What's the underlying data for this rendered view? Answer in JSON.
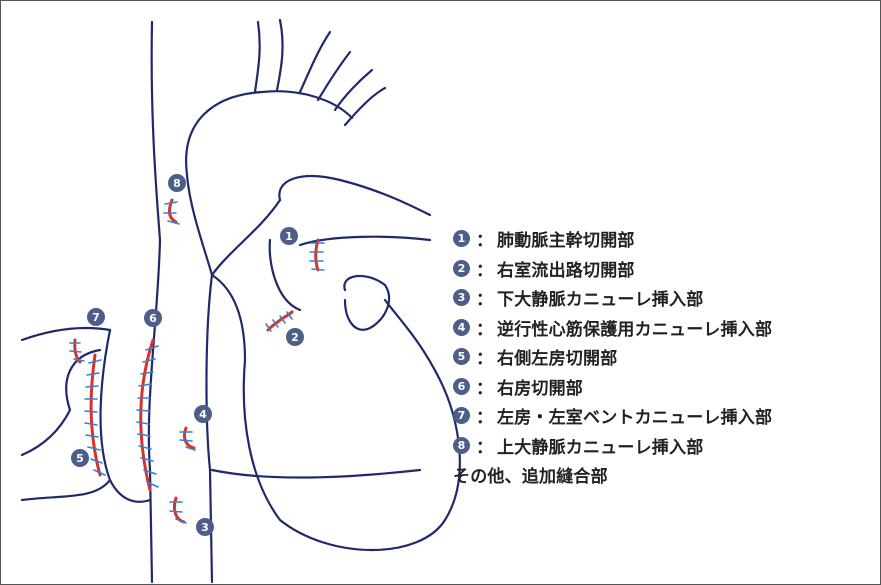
{
  "colors": {
    "outline": "#1f2a6b",
    "incision": "#d8322a",
    "suture": "#3a7fd0",
    "badge": "#4d5f89"
  },
  "diagram_badges": [
    "1",
    "2",
    "3",
    "4",
    "5",
    "6",
    "7",
    "8"
  ],
  "legend": [
    {
      "num": "1",
      "label": "肺動脈主幹切開部"
    },
    {
      "num": "2",
      "label": "右室流出路切開部"
    },
    {
      "num": "3",
      "label": "下大静脈カニューレ挿入部"
    },
    {
      "num": "4",
      "label": "逆行性心筋保護用カニューレ挿入部"
    },
    {
      "num": "5",
      "label": "右側左房切開部"
    },
    {
      "num": "6",
      "label": "右房切開部"
    },
    {
      "num": "7",
      "label": "左房・左室ベントカニューレ挿入部"
    },
    {
      "num": "8",
      "label": "上大静脈カニューレ挿入部"
    }
  ],
  "legend_colon": "：",
  "footer_label": "その他、追加縫合部"
}
